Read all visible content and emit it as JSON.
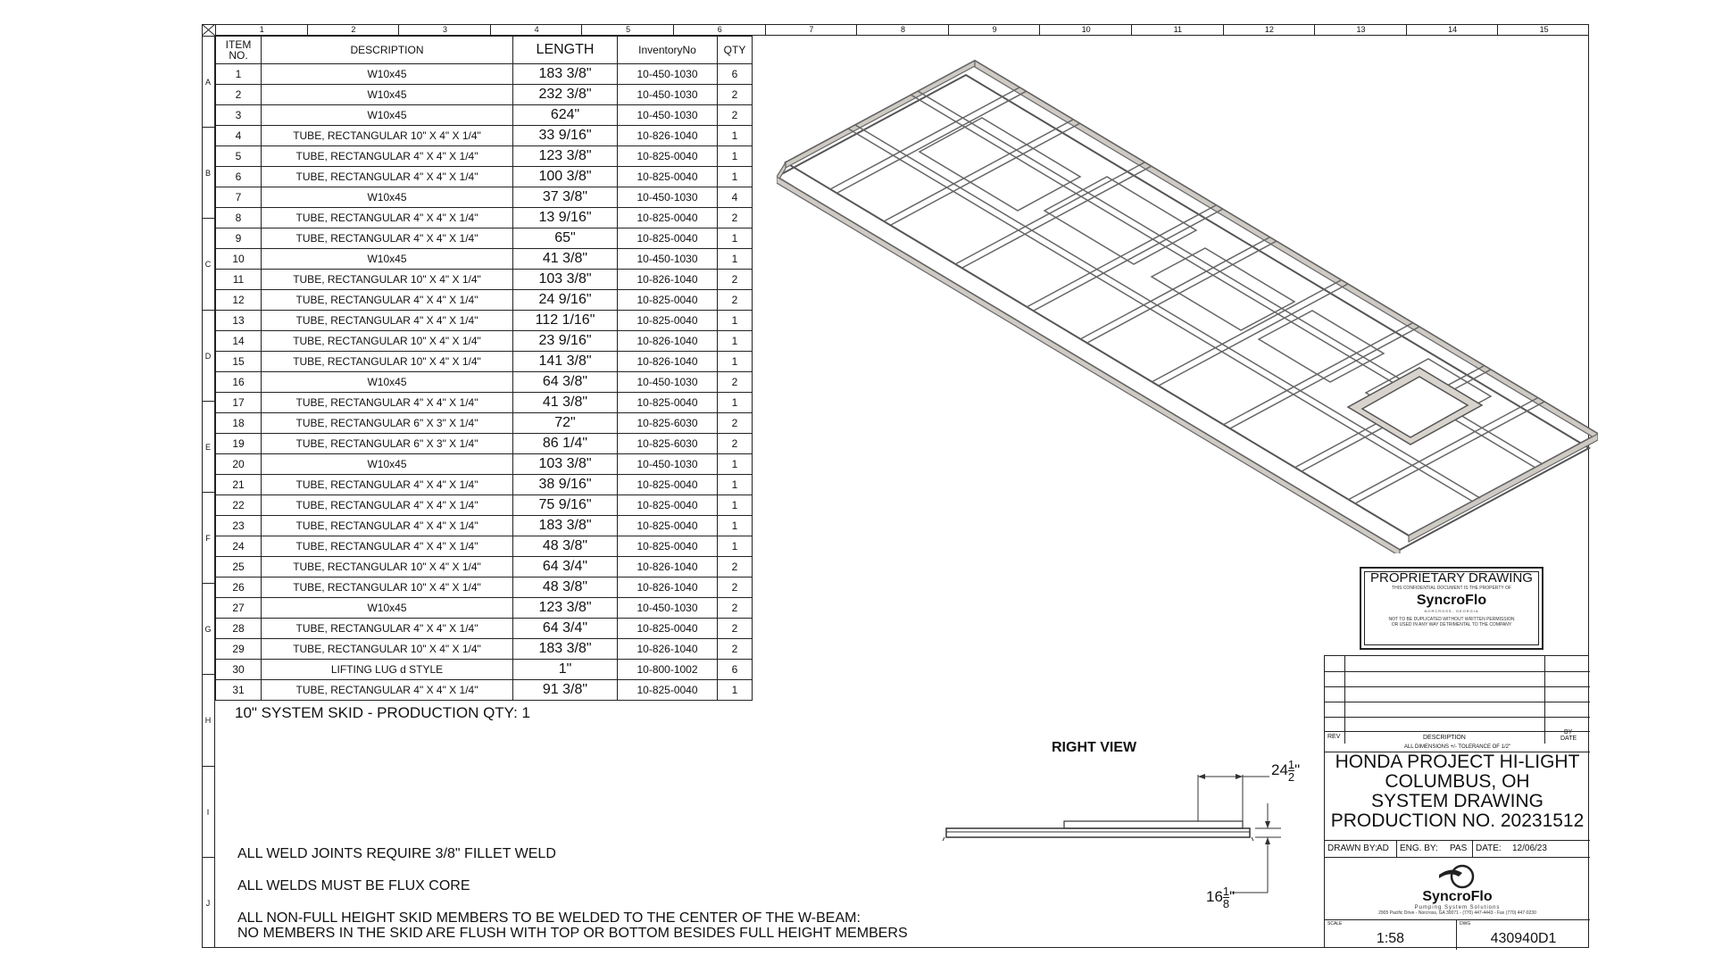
{
  "bom": {
    "headers": {
      "item": "ITEM NO.",
      "description": "DESCRIPTION",
      "length": "LENGTH",
      "inventory": "InventoryNo",
      "qty": "QTY"
    },
    "rows": [
      {
        "item": "1",
        "desc": "W10x45",
        "length": "183 3/8\"",
        "inv": "10-450-1030",
        "qty": "6"
      },
      {
        "item": "2",
        "desc": "W10x45",
        "length": "232 3/8\"",
        "inv": "10-450-1030",
        "qty": "2"
      },
      {
        "item": "3",
        "desc": "W10x45",
        "length": "624\"",
        "inv": "10-450-1030",
        "qty": "2"
      },
      {
        "item": "4",
        "desc": "TUBE, RECTANGULAR 10\" X 4\" X 1/4\"",
        "length": "33 9/16\"",
        "inv": "10-826-1040",
        "qty": "1"
      },
      {
        "item": "5",
        "desc": "TUBE, RECTANGULAR 4\" X 4\" X 1/4\"",
        "length": "123 3/8\"",
        "inv": "10-825-0040",
        "qty": "1"
      },
      {
        "item": "6",
        "desc": "TUBE, RECTANGULAR 4\" X 4\" X 1/4\"",
        "length": "100 3/8\"",
        "inv": "10-825-0040",
        "qty": "1"
      },
      {
        "item": "7",
        "desc": "W10x45",
        "length": "37 3/8\"",
        "inv": "10-450-1030",
        "qty": "4"
      },
      {
        "item": "8",
        "desc": "TUBE, RECTANGULAR 4\" X 4\" X 1/4\"",
        "length": "13 9/16\"",
        "inv": "10-825-0040",
        "qty": "2"
      },
      {
        "item": "9",
        "desc": "TUBE, RECTANGULAR 4\" X 4\" X 1/4\"",
        "length": "65\"",
        "inv": "10-825-0040",
        "qty": "1"
      },
      {
        "item": "10",
        "desc": "W10x45",
        "length": "41 3/8\"",
        "inv": "10-450-1030",
        "qty": "1"
      },
      {
        "item": "11",
        "desc": "TUBE, RECTANGULAR 10\" X 4\" X 1/4\"",
        "length": "103 3/8\"",
        "inv": "10-826-1040",
        "qty": "2"
      },
      {
        "item": "12",
        "desc": "TUBE, RECTANGULAR 4\" X 4\" X 1/4\"",
        "length": "24 9/16\"",
        "inv": "10-825-0040",
        "qty": "2"
      },
      {
        "item": "13",
        "desc": "TUBE, RECTANGULAR 4\" X 4\" X 1/4\"",
        "length": "112 1/16\"",
        "inv": "10-825-0040",
        "qty": "1"
      },
      {
        "item": "14",
        "desc": "TUBE, RECTANGULAR 10\" X 4\" X 1/4\"",
        "length": "23 9/16\"",
        "inv": "10-826-1040",
        "qty": "1"
      },
      {
        "item": "15",
        "desc": "TUBE, RECTANGULAR 10\" X 4\" X 1/4\"",
        "length": "141 3/8\"",
        "inv": "10-826-1040",
        "qty": "1"
      },
      {
        "item": "16",
        "desc": "W10x45",
        "length": "64 3/8\"",
        "inv": "10-450-1030",
        "qty": "2"
      },
      {
        "item": "17",
        "desc": "TUBE, RECTANGULAR 4\" X 4\" X 1/4\"",
        "length": "41 3/8\"",
        "inv": "10-825-0040",
        "qty": "1"
      },
      {
        "item": "18",
        "desc": "TUBE, RECTANGULAR 6\" X 3\" X 1/4\"",
        "length": "72\"",
        "inv": "10-825-6030",
        "qty": "2"
      },
      {
        "item": "19",
        "desc": "TUBE, RECTANGULAR 6\" X 3\" X 1/4\"",
        "length": "86 1/4\"",
        "inv": "10-825-6030",
        "qty": "2"
      },
      {
        "item": "20",
        "desc": "W10x45",
        "length": "103 3/8\"",
        "inv": "10-450-1030",
        "qty": "1"
      },
      {
        "item": "21",
        "desc": "TUBE, RECTANGULAR 4\" X 4\" X 1/4\"",
        "length": "38 9/16\"",
        "inv": "10-825-0040",
        "qty": "1"
      },
      {
        "item": "22",
        "desc": "TUBE, RECTANGULAR 4\" X 4\" X 1/4\"",
        "length": "75 9/16\"",
        "inv": "10-825-0040",
        "qty": "1"
      },
      {
        "item": "23",
        "desc": "TUBE, RECTANGULAR 4\" X 4\" X 1/4\"",
        "length": "183 3/8\"",
        "inv": "10-825-0040",
        "qty": "1"
      },
      {
        "item": "24",
        "desc": "TUBE, RECTANGULAR 4\" X 4\" X 1/4\"",
        "length": "48 3/8\"",
        "inv": "10-825-0040",
        "qty": "1"
      },
      {
        "item": "25",
        "desc": "TUBE, RECTANGULAR 10\" X 4\" X 1/4\"",
        "length": "64 3/4\"",
        "inv": "10-826-1040",
        "qty": "2"
      },
      {
        "item": "26",
        "desc": "TUBE, RECTANGULAR 10\" X 4\" X 1/4\"",
        "length": "48 3/8\"",
        "inv": "10-826-1040",
        "qty": "2"
      },
      {
        "item": "27",
        "desc": "W10x45",
        "length": "123 3/8\"",
        "inv": "10-450-1030",
        "qty": "2"
      },
      {
        "item": "28",
        "desc": "TUBE, RECTANGULAR 4\" X 4\" X 1/4\"",
        "length": "64 3/4\"",
        "inv": "10-825-0040",
        "qty": "2"
      },
      {
        "item": "29",
        "desc": "TUBE, RECTANGULAR 10\" X 4\" X 1/4\"",
        "length": "183 3/8\"",
        "inv": "10-826-1040",
        "qty": "2"
      },
      {
        "item": "30",
        "desc": "LIFTING LUG d STYLE",
        "length": "1\"",
        "inv": "10-800-1002",
        "qty": "6"
      },
      {
        "item": "31",
        "desc": "TUBE, RECTANGULAR 4\" X 4\" X 1/4\"",
        "length": "91 3/8\"",
        "inv": "10-825-0040",
        "qty": "1"
      }
    ]
  },
  "subtitle": "10\" SYSTEM SKID - PRODUCTION QTY: 1",
  "notes": {
    "n1": "ALL WELD JOINTS REQUIRE 3/8\" FILLET WELD",
    "n2": "ALL WELDS MUST BE FLUX CORE",
    "n3a": "ALL NON-FULL HEIGHT SKID MEMBERS TO BE WELDED TO THE CENTER OF THE W-BEAM:",
    "n3b": "NO MEMBERS IN THE SKID ARE FLUSH WITH TOP OR BOTTOM BESIDES FULL HEIGHT MEMBERS"
  },
  "right_view": {
    "label": "RIGHT VIEW",
    "dim_top": "24",
    "dim_top_num": "1",
    "dim_top_den": "2",
    "dim_bottom": "16",
    "dim_bottom_num": "1",
    "dim_bottom_den": "8",
    "inch_mark": "\""
  },
  "rulers": {
    "columns": [
      "1",
      "2",
      "3",
      "4",
      "5",
      "6",
      "7",
      "8",
      "9",
      "10",
      "11",
      "12",
      "13",
      "14",
      "15"
    ],
    "rows": [
      "A",
      "B",
      "C",
      "D",
      "E",
      "F",
      "G",
      "H",
      "I",
      "J"
    ]
  },
  "stamp": {
    "title": "PROPRIETARY DRAWING",
    "line1": "THIS CONFIDENTIAL DOCUMENT IS THE PROPERTY OF",
    "company": "SyncroFlo",
    "location": "NORCROSS, GEORGIA",
    "line2": "NOT TO BE DUPLICATED WITHOUT WRITTEN PERMISSION",
    "line3": "OR USED IN ANY WAY DETRIMENTAL TO THE COMPANY"
  },
  "title_block": {
    "rev_label": "REV",
    "description_label": "DESCRIPTION",
    "by_label": "BY",
    "date_label": "DATE",
    "tolerance": "ALL DIMENSIONS +/- TOLERANCE OF 1/2\"",
    "project_lines": [
      "HONDA PROJECT HI-LIGHT",
      "COLUMBUS, OH",
      "SYSTEM DRAWING",
      "PRODUCTION NO. 20231512"
    ],
    "drawn_by_label": "DRAWN BY:",
    "drawn_by": "AD",
    "eng_by_label": "ENG. BY:",
    "eng_by": "PAS",
    "date_label2": "DATE:",
    "date": "12/06/23",
    "logo_name": "SyncroFlo",
    "logo_tag": "Pumping System Solutions",
    "address": "2905 Pacific Drive - Norcross, GA 30071 - (770) 447-4443 - Fax (770) 447-0230",
    "scale_label": "SCALE",
    "scale": "1:58",
    "dwg_label": "DWG",
    "dwg_no": "430940D1"
  }
}
